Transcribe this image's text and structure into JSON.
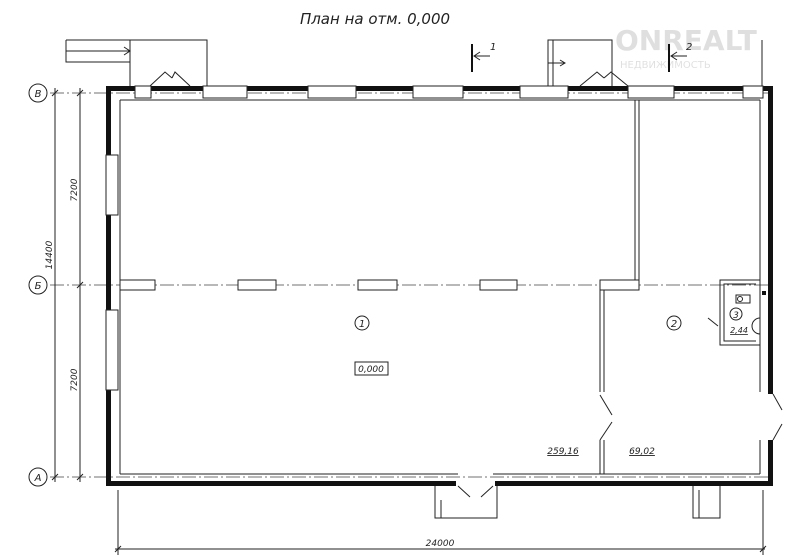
{
  "title": "План на отм. 0,000",
  "watermark": {
    "line1": "ONREALT",
    "line2": "НЕДВИЖИМОСТЬ"
  },
  "sections": [
    {
      "label": "1"
    },
    {
      "label": "2"
    }
  ],
  "axes": [
    {
      "label": "В"
    },
    {
      "label": "Б"
    },
    {
      "label": "А"
    }
  ],
  "dimensions": {
    "upper_span": "7200",
    "lower_span": "7200",
    "total_height": "14400",
    "total_width": "24000"
  },
  "rooms": [
    {
      "number": "1",
      "area": "259,16"
    },
    {
      "number": "2",
      "area": "69,02"
    },
    {
      "number": "3",
      "area": "2,44"
    }
  ],
  "level_mark": "0,000",
  "colors": {
    "line": "#222222",
    "wall": "#111111",
    "background": "#ffffff"
  }
}
